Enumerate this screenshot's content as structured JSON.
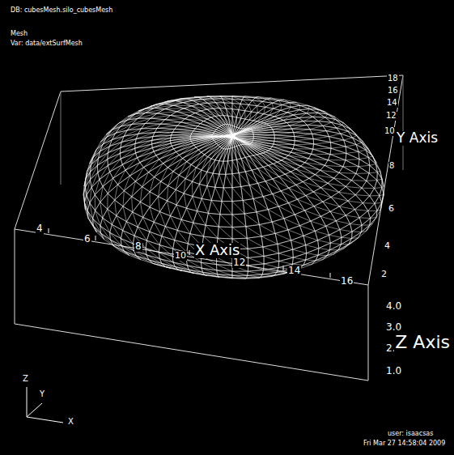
{
  "diagram": {
    "labels": [
      "DB: cubesMesh.silo_cubesMesh",
      "Mesh",
      "Var: data/extSurfMesh",
      "4",
      "6",
      "8",
      "10",
      "X Axis",
      "12",
      "14",
      "16",
      "18",
      "16",
      "14",
      "12",
      "10",
      "8",
      "6",
      "4",
      "2",
      "Y Axis",
      "4.0",
      "3.0",
      "2.0",
      "1.0",
      "Z Axis",
      "Z",
      "Y",
      "X",
      "user: isaacsas",
      "Fri Mar 27 14:58:04 2009"
    ]
  }
}
